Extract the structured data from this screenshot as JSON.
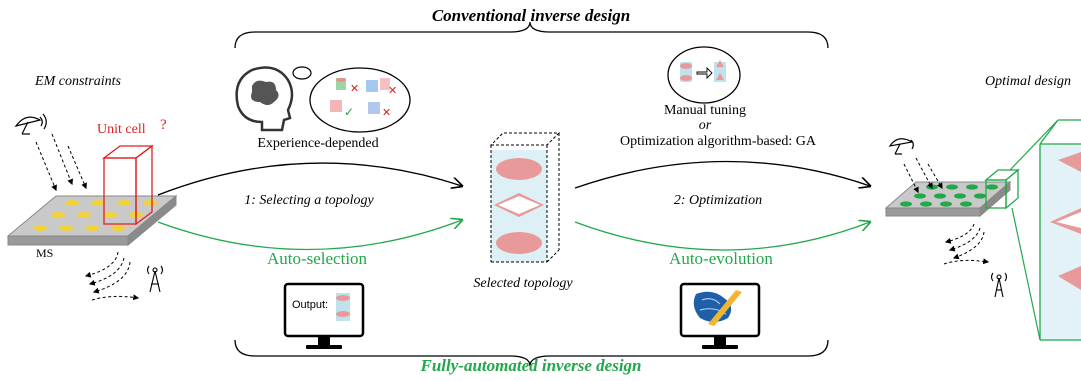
{
  "title_top": "Conventional inverse design",
  "title_bottom": "Fully-automated inverse design",
  "em_constraints": "EM constraints",
  "unit_cell": "Unit cell",
  "unit_cell_mark": "?",
  "ms_label": "MS",
  "experience": "Experience-depended",
  "step1": "1: Selecting a topology",
  "auto_selection": "Auto-selection",
  "output_label": "Output:",
  "selected_topology": "Selected topology",
  "manual_tuning": "Manual tuning",
  "or_word": "or",
  "opt_algorithm": "Optimization algorithm-based: GA",
  "step2": "2: Optimization",
  "auto_evolution": "Auto-evolution",
  "optimal_design": "Optimal design",
  "colors": {
    "green": "#22a84a",
    "red": "#e02020",
    "yellow": "#f2d23a",
    "pink": "#e89a9a",
    "lightblue": "#bfe3ee",
    "plate": "#a8a8a8"
  }
}
